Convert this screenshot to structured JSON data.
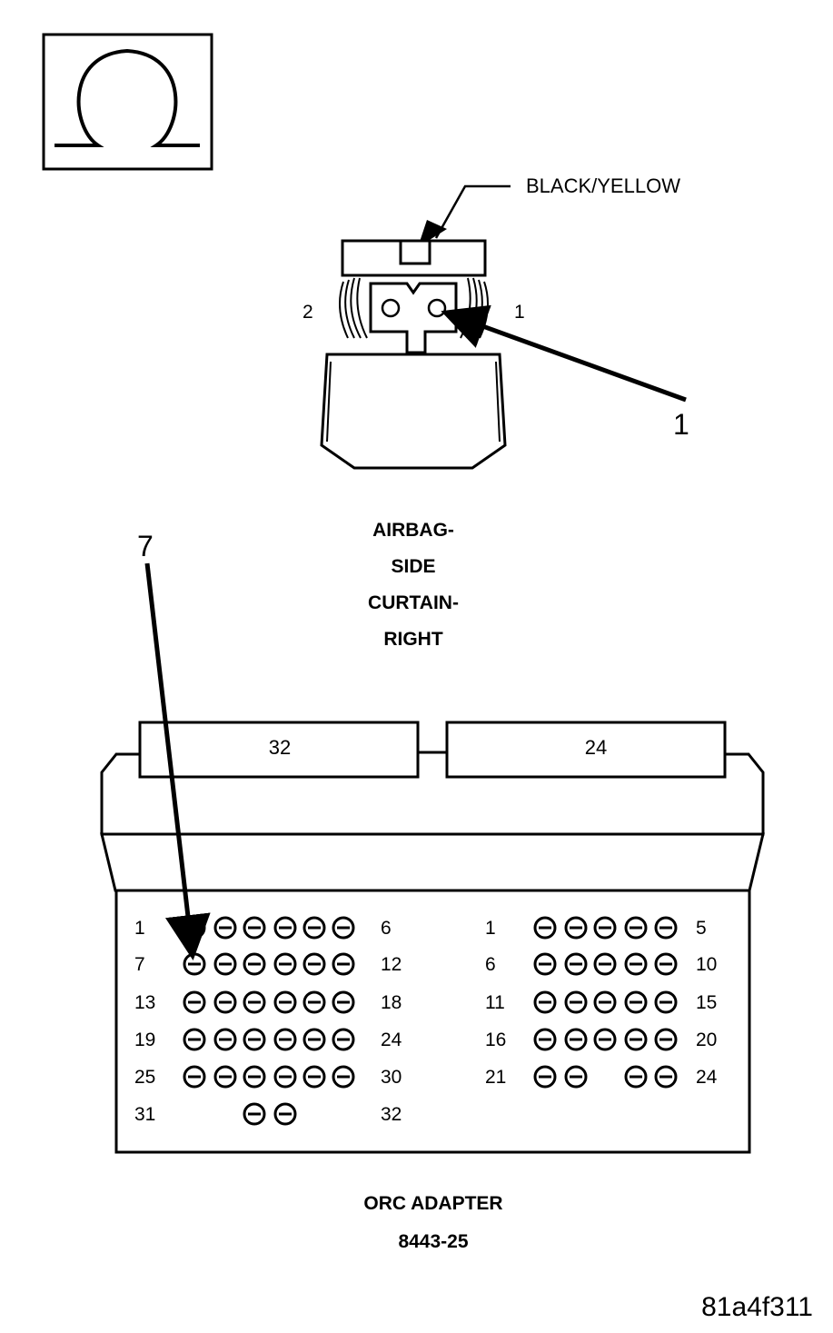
{
  "meter": {
    "symbol": "Ω",
    "icon": "ohmmeter-icon"
  },
  "wire_color_label": "BLACK/YELLOW",
  "connector": {
    "pin_left": "2",
    "pin_right": "1",
    "callout": "1",
    "name_lines": [
      "AIRBAG-",
      "SIDE",
      "CURTAIN-",
      "RIGHT"
    ]
  },
  "adapter": {
    "callout": "7",
    "left_tab": "32",
    "right_tab": "24",
    "left_rows": [
      {
        "start": "1",
        "end": "6"
      },
      {
        "start": "7",
        "end": "12"
      },
      {
        "start": "13",
        "end": "18"
      },
      {
        "start": "19",
        "end": "24"
      },
      {
        "start": "25",
        "end": "30"
      },
      {
        "start": "31",
        "end": "32"
      }
    ],
    "right_rows": [
      {
        "start": "1",
        "end": "5"
      },
      {
        "start": "6",
        "end": "10"
      },
      {
        "start": "11",
        "end": "15"
      },
      {
        "start": "16",
        "end": "20"
      },
      {
        "start": "21",
        "end": "24"
      }
    ],
    "name_line1": "ORC ADAPTER",
    "name_line2": "8443-25"
  },
  "figure_id": "81a4f311"
}
